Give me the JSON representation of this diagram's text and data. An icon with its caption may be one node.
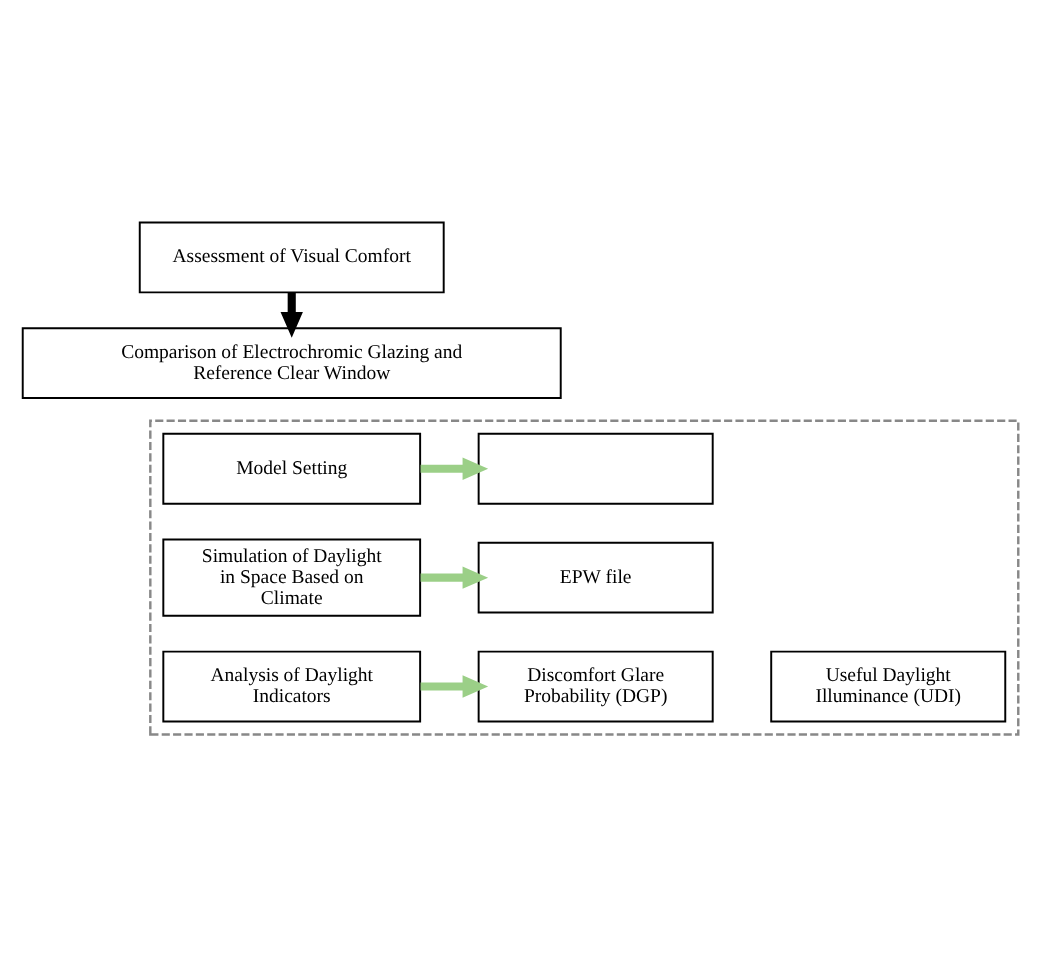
{
  "diagram": {
    "nodes": [
      {
        "text": [
          "Assessment of Visual Comfort"
        ]
      },
      {
        "text": [
          "Comparison of Electrochromic Glazing and Reference Clear Window"
        ]
      },
      {
        "text": [],
        "shape": "box"
      },
      {
        "text": [
          "Model Setting"
        ],
        "in": 2
      },
      {
        "text": [],
        "shape": "box",
        "in": 2
      },
      {
        "text": [
          "Simulation of Daylight in Space Based on Climate"
        ],
        "in": 2
      },
      {
        "text": [
          "EPW file"
        ],
        "in": 2
      },
      {
        "text": [
          "Analysis of Daylight Indicators"
        ],
        "in": 2
      },
      {
        "text": [
          "Discomfort Glare Probability (DGP)"
        ],
        "in": 2
      },
      {
        "text": [
          "Useful Daylight Illuminance (UDI)"
        ],
        "in": 2
      }
    ],
    "edges": [
      {
        "from": 0,
        "to": 1,
        "arrow": "to",
        "color": "#000000"
      },
      {
        "from": 3,
        "to": 4,
        "arrow": "to"
      },
      {
        "from": 5,
        "to": 6,
        "arrow": "to"
      },
      {
        "from": 7,
        "to": 8,
        "arrow": "to"
      }
    ]
  }
}
